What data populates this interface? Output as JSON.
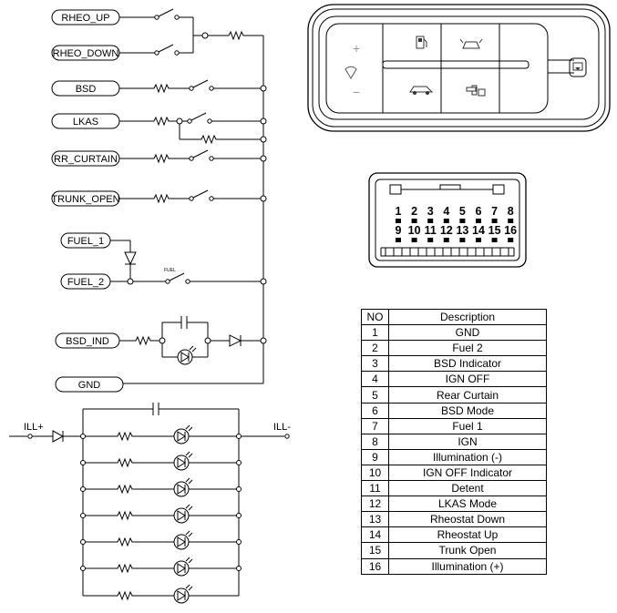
{
  "schematic": {
    "inputs": {
      "rheo_up": "RHEO_UP",
      "rheo_down": "RHEO_DOWN",
      "bsd": "BSD",
      "lkas": "LKAS",
      "rr_curtain": "RR_CURTAIN",
      "trunk_open": "TRUNK_OPEN",
      "fuel_1": "FUEL_1",
      "fuel_2": "FUEL_2",
      "bsd_ind": "BSD_IND",
      "gnd": "GND"
    },
    "fuel_switch_label": "FUEL",
    "ill_plus": "ILL+",
    "ill_minus": "ILL-"
  },
  "switch_panel": {
    "icons": [
      "plus-icon",
      "fuel-icon",
      "blind-spot-icon",
      "mirror-icon",
      "minus-icon",
      "trunk-icon",
      "lane-keep-icon",
      "curtain-icon"
    ],
    "plus_symbol": "+",
    "minus_symbol": "−"
  },
  "connector": {
    "row1": [
      "1",
      "2",
      "3",
      "4",
      "5",
      "6",
      "7",
      "8"
    ],
    "row2": [
      "9",
      "10",
      "11",
      "12",
      "13",
      "14",
      "15",
      "16"
    ]
  },
  "pin_table": {
    "headers": [
      "NO",
      "Description"
    ],
    "rows": [
      [
        "1",
        "GND"
      ],
      [
        "2",
        "Fuel 2"
      ],
      [
        "3",
        "BSD Indicator"
      ],
      [
        "4",
        "IGN OFF"
      ],
      [
        "5",
        "Rear Curtain"
      ],
      [
        "6",
        "BSD Mode"
      ],
      [
        "7",
        "Fuel 1"
      ],
      [
        "8",
        "IGN"
      ],
      [
        "9",
        "Illumination (-)"
      ],
      [
        "10",
        "IGN OFF Indicator"
      ],
      [
        "11",
        "Detent"
      ],
      [
        "12",
        "LKAS Mode"
      ],
      [
        "13",
        "Rheostat Down"
      ],
      [
        "14",
        "Rheostat Up"
      ],
      [
        "15",
        "Trunk Open"
      ],
      [
        "16",
        "Illumination (+)"
      ]
    ]
  }
}
